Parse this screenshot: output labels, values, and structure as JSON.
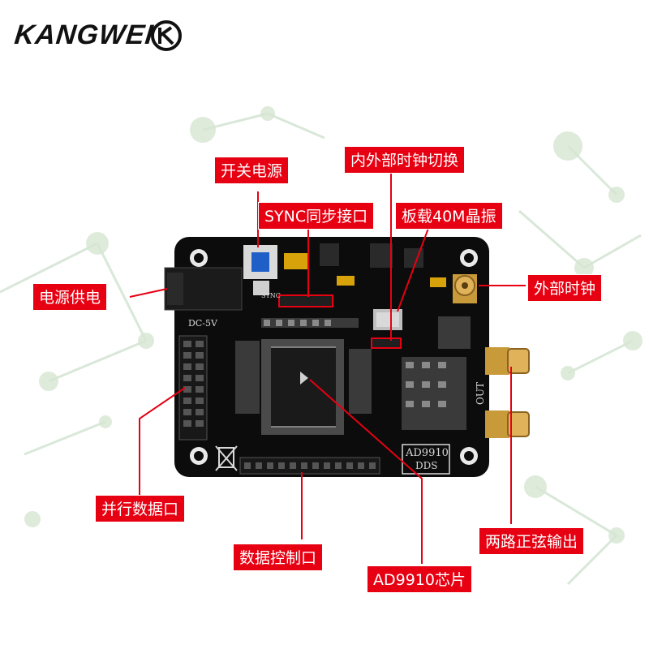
{
  "brand": {
    "name": "KANGWEI",
    "logo_letters": "K"
  },
  "board": {
    "silk_dc": "DC-5V",
    "silk_model": "AD9910",
    "silk_dds": "DDS",
    "silk_out": "OUT",
    "silk_sync": "SYNC"
  },
  "labels": {
    "power_switch": "开关电源",
    "clock_switch": "内外部时钟切换",
    "sync_port": "SYNC同步接口",
    "onboard_osc": "板载40M晶振",
    "power_supply": "电源供电",
    "ext_clock": "外部时钟",
    "parallel_port": "并行数据口",
    "dual_sine_out": "两路正弦输出",
    "data_ctrl_port": "数据控制口",
    "chip": "AD9910芯片"
  },
  "colors": {
    "label_bg": "#e60012",
    "pcb": "#0c0c0c",
    "leader": "#e60012"
  }
}
